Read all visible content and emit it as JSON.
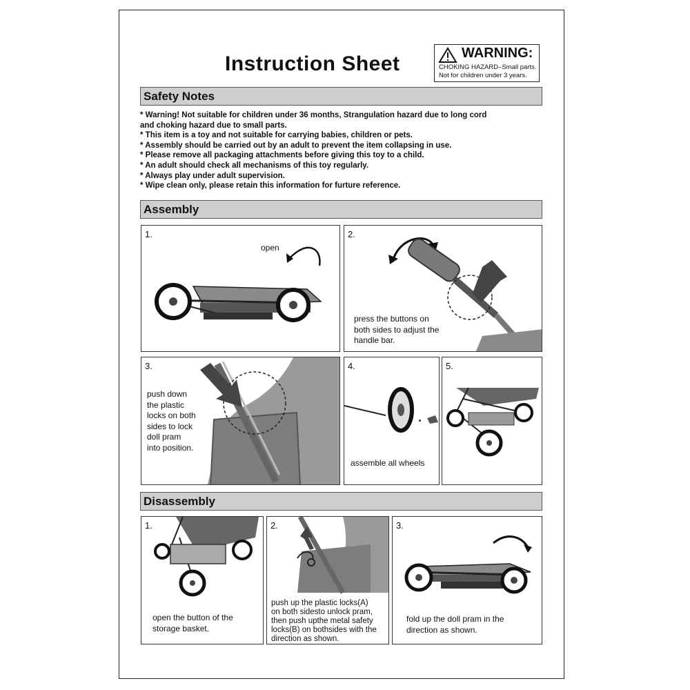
{
  "header": {
    "title": "Instruction Sheet",
    "warning": {
      "title": "WARNING:",
      "line1": "CHOKING HAZARD–Small parts.",
      "line2": "Not for children under 3 years."
    }
  },
  "safety": {
    "heading": "Safety Notes",
    "lines": [
      "* Warning! Not suitable for children under 36 months, Strangulation hazard due to long cord",
      "and choking hazard due to small parts.",
      "* This item is a toy and not suitable for carrying babies, children or pets.",
      "*  Assembly should be carried out by an adult to prevent the item collapsing in use.",
      "* Please remove all packaging attachments before giving this toy to a child.",
      "* An adult should check all mechanisms of this toy regularly.",
      "* Always play under adult supervision.",
      "* Wipe clean only, please retain this information for furture reference."
    ]
  },
  "assembly": {
    "heading": "Assembly",
    "steps": [
      {
        "num": "1.",
        "lines": [
          "open"
        ]
      },
      {
        "num": "2.",
        "lines": [
          "press the buttons on",
          "both sides to adjust the",
          "handle bar."
        ]
      },
      {
        "num": "3.",
        "lines": [
          "push down",
          "the  plastic",
          "locks on both",
          "sides to lock",
          "doll pram",
          "into position."
        ]
      },
      {
        "num": "4.",
        "lines": [
          "assemble  all wheels"
        ]
      },
      {
        "num": "5.",
        "lines": []
      }
    ]
  },
  "disassembly": {
    "heading": "Disassembly",
    "steps": [
      {
        "num": "1.",
        "lines": [
          "open the button of the",
          "storage basket."
        ]
      },
      {
        "num": "2.",
        "lines": [
          "push  up  the  plastic  locks(A)",
          "on both sidesto unlock pram,",
          "then push upthe metal safety",
          "locks(B) on bothsides with the",
          "direction as shown."
        ]
      },
      {
        "num": "3.",
        "lines": [
          "fold up the doll pram in the",
          "direction as shown."
        ]
      }
    ]
  }
}
